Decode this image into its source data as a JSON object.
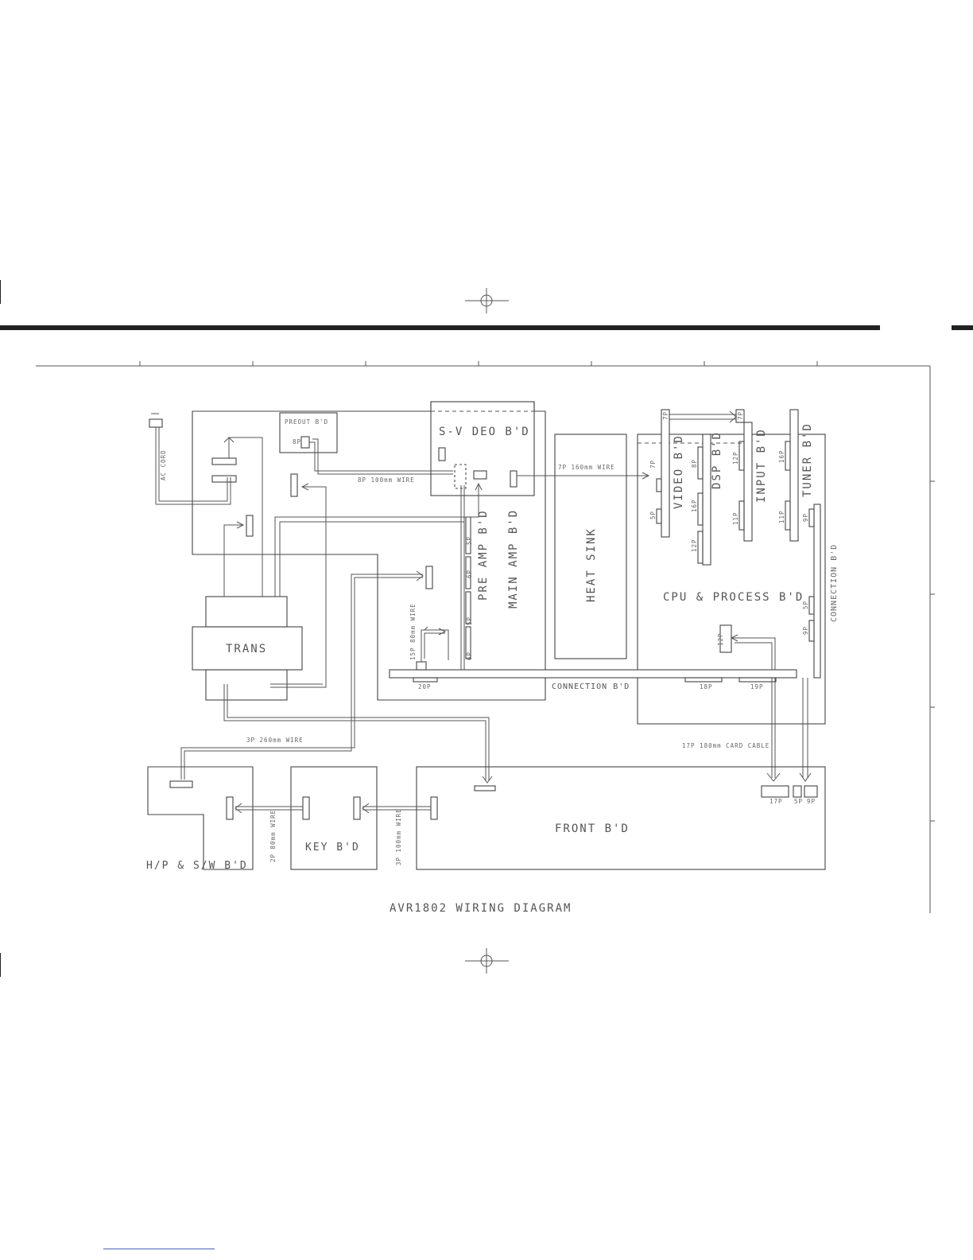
{
  "diagram": {
    "title": "AVR1802 WIRING DIAGRAM",
    "boards": {
      "preout": "PREOUT B'D",
      "svideo": "S-V DEO B'D",
      "main_amp": "MAIN AMP B'D",
      "pre_amp": "PRE AMP B'D",
      "heat_sink": "HEAT SINK",
      "cpu": "CPU & PROCESS B'D",
      "video": "VIDEO B'D",
      "dsp": "DSP B'D",
      "input": "INPUT B'D",
      "tuner": "TUNER B'D",
      "connection_right": "CONNECTION B'D",
      "connection_bottom": "CONNECTION B'D",
      "trans": "TRANS",
      "hp_sw": "H/P & S/W B'D",
      "key": "KEY B'D",
      "front": "FRONT B'D"
    },
    "cord": "AC CORD",
    "wires": {
      "w8p": "8P 100mm WIRE",
      "w7p": "7P 160mm WIRE",
      "w15p": "15P 80mm WIRE",
      "w3p260": "3P 260mm WIRE",
      "w17p": "17P 180mm CARD CABLE",
      "w2p": "2P 80mm WIRE",
      "w3p100": "3P 100mm WIRE"
    },
    "connectors": {
      "c8p": "8P",
      "c7p_top": "7P",
      "c7p_video": "7P",
      "c5p_video": "5P",
      "c8p_dsp": "8P",
      "c16p_dsp": "16P",
      "c12p_dsp": "12P",
      "c12p_input": "12P",
      "c11p_input": "11P",
      "c16p_tuner": "16P",
      "c11p_tuner": "11P",
      "c9p_conn": "9P",
      "c5p_conn": "5P",
      "c9p_conn2": "9P",
      "c12p_cpu": "12P",
      "c20p": "20P",
      "c18p": "18P",
      "c19p": "19P",
      "c17p": "17P",
      "c5p_front": "5P",
      "c9p_front": "9P",
      "pa1": "5P",
      "pa2": "6P",
      "pa3": "5P",
      "pa4": "6P"
    }
  }
}
